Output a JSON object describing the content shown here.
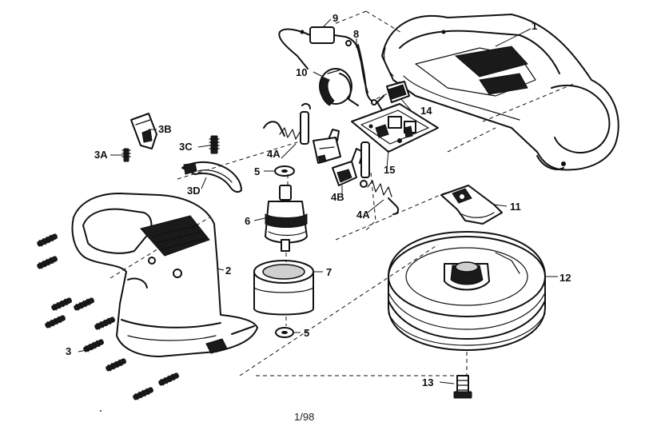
{
  "labels": {
    "p1": "1",
    "p2": "2",
    "p3": "3",
    "p3a": "3A",
    "p3b": "3B",
    "p3c": "3C",
    "p3d": "3D",
    "p4a_upper": "4A",
    "p4a_lower": "4A",
    "p4b": "4B",
    "p5_upper": "5",
    "p5_lower": "5",
    "p6": "6",
    "p7": "7",
    "p8": "8",
    "p9": "9",
    "p10": "10",
    "p11": "11",
    "p12": "12",
    "p13": "13",
    "p14": "14",
    "p15": "15"
  },
  "footer": "1/98"
}
